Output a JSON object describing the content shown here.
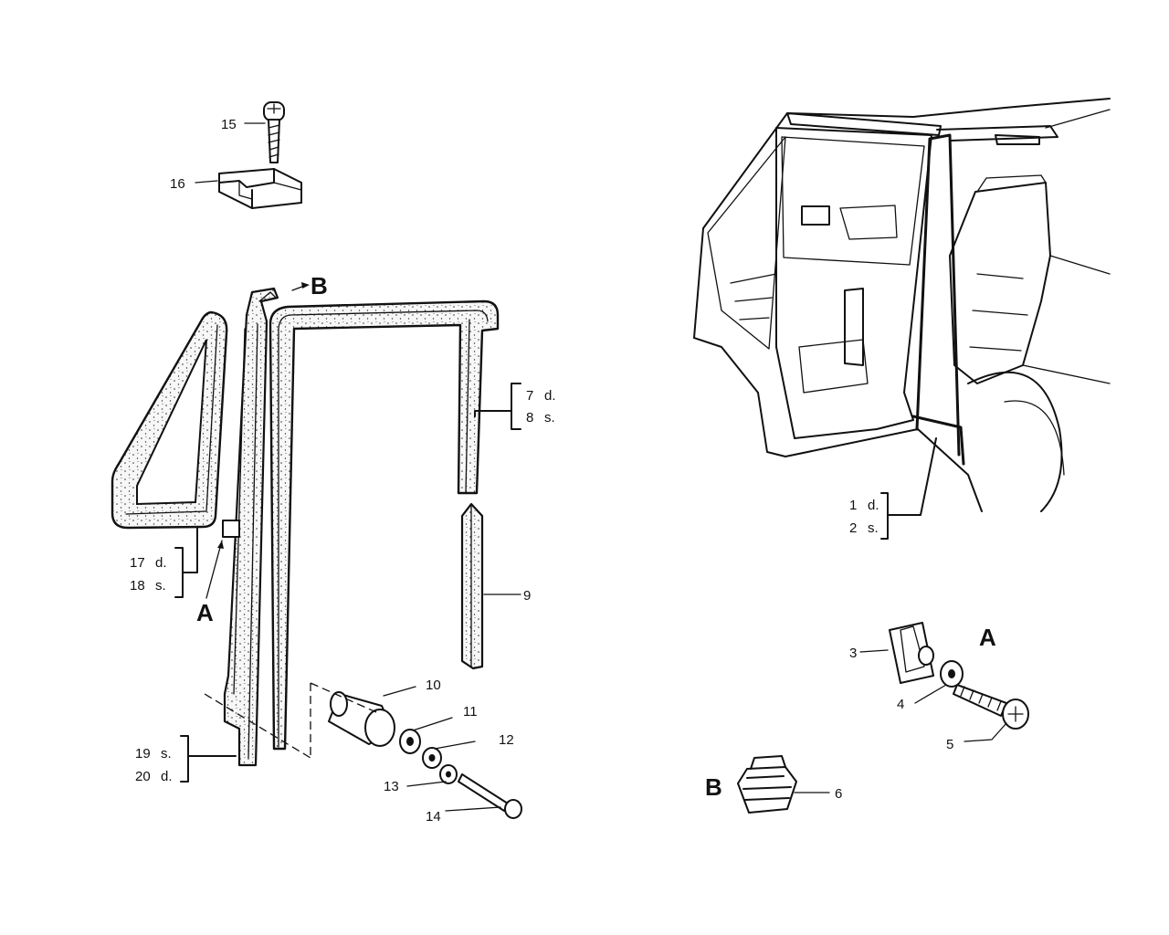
{
  "diagram": {
    "parts": {
      "p1": {
        "number": "1",
        "side": "d."
      },
      "p2": {
        "number": "2",
        "side": "s."
      },
      "p3": {
        "number": "3"
      },
      "p4": {
        "number": "4"
      },
      "p5": {
        "number": "5"
      },
      "p6": {
        "number": "6"
      },
      "p7": {
        "number": "7",
        "side": "d."
      },
      "p8": {
        "number": "8",
        "side": "s."
      },
      "p9": {
        "number": "9"
      },
      "p10": {
        "number": "10"
      },
      "p11": {
        "number": "11"
      },
      "p12": {
        "number": "12"
      },
      "p13": {
        "number": "13"
      },
      "p14": {
        "number": "14"
      },
      "p15": {
        "number": "15"
      },
      "p16": {
        "number": "16"
      },
      "p17": {
        "number": "17",
        "side": "d."
      },
      "p18": {
        "number": "18",
        "side": "s."
      },
      "p19": {
        "number": "19",
        "side": "s."
      },
      "p20": {
        "number": "20",
        "side": "d."
      }
    },
    "details": {
      "a_left": "A",
      "b_left": "B",
      "a_right": "A",
      "b_right": "B"
    }
  }
}
